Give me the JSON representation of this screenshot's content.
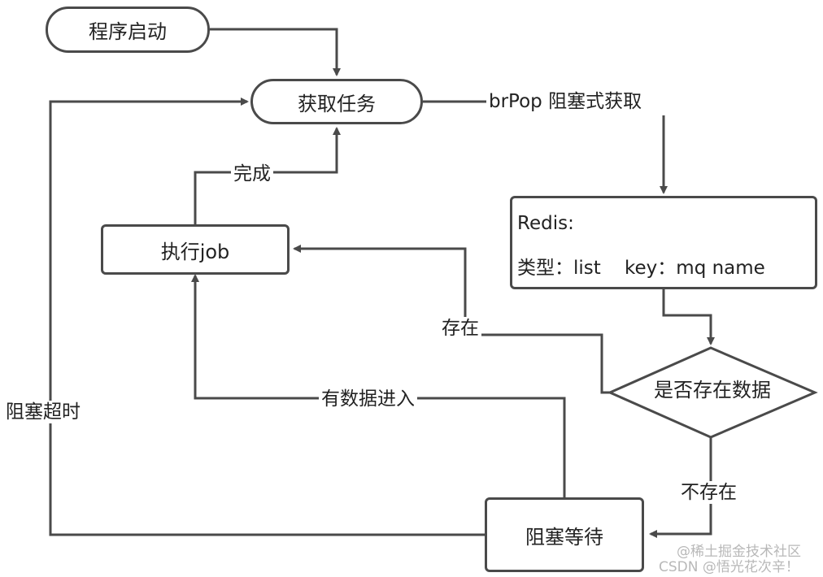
{
  "nodes": {
    "start": "程序启动",
    "fetch_task": "获取任务",
    "execute_job": "执行job",
    "redis_title": "Redis:",
    "redis_detail": "类型：list    key：mq name",
    "decision": "是否存在数据",
    "block_wait": "阻塞等待"
  },
  "edge_labels": {
    "brpop": "brPop 阻塞式获取",
    "done": "完成",
    "exists": "存在",
    "not_exists": "不存在",
    "data_in": "有数据进入",
    "timeout": "阻塞超时"
  },
  "watermark": {
    "line1": "@稀土掘金技术社区",
    "line2": "CSDN @悟光花次辛！"
  },
  "colors": {
    "stroke": "#4a4a4a",
    "text": "#222222",
    "watermark": "#b8b8b8"
  }
}
